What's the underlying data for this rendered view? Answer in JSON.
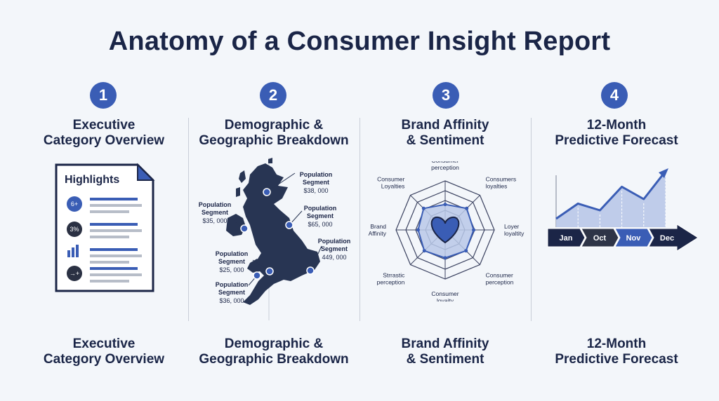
{
  "title": "Anatomy of a Consumer Insight Report",
  "colors": {
    "accent": "#3a5db5",
    "navy": "#1b2547",
    "map": "#283553",
    "light_blue": "#b9c8e8",
    "gray": "#5b6272"
  },
  "columns": [
    {
      "number": "1",
      "heading_line1": "Executive",
      "heading_line2": "Category Overview",
      "footer_line1": "Executive",
      "footer_line2": "Category Overview",
      "card": {
        "title": "Highlights",
        "badges": [
          "6+",
          "3%",
          "",
          "→+"
        ]
      }
    },
    {
      "number": "2",
      "heading_line1": "Demographic &",
      "heading_line2": "Geographic Breakdown",
      "footer_line1": "Demographic &",
      "footer_line2": "Geographic Breakdown",
      "segments": [
        {
          "label1": "Population",
          "label2": "Segment",
          "value": "$38, 000"
        },
        {
          "label1": "Population",
          "label2": "Segment",
          "value": "$35, 000"
        },
        {
          "label1": "Population",
          "label2": "Segment",
          "value": "$65, 000"
        },
        {
          "label1": "Population",
          "label2": "Segment",
          "value": "$25, 000"
        },
        {
          "label1": "Population",
          "label2": "Segment",
          "value": "449, 000"
        },
        {
          "label1": "Population",
          "label2": "Segment",
          "value": "$36, 000"
        }
      ]
    },
    {
      "number": "3",
      "heading_line1": "Brand Affinity",
      "heading_line2": "& Sentiment",
      "footer_line1": "Brand Affinity",
      "footer_line2": "& Sentiment",
      "radar_axes": [
        {
          "line1": "Consumer",
          "line2": "perception"
        },
        {
          "line1": "Consumers",
          "line2": "loyalties"
        },
        {
          "line1": "Loyer",
          "line2": "loyaltity"
        },
        {
          "line1": "Consumer",
          "line2": "perception"
        },
        {
          "line1": "Consumer",
          "line2": "loyaity"
        },
        {
          "line1": "Strrastic",
          "line2": "perception"
        },
        {
          "line1": "Brand",
          "line2": "Affinity"
        },
        {
          "line1": "Consumer",
          "line2": "Loyalties"
        }
      ],
      "radar_values": [
        0.52,
        0.62,
        0.58,
        0.6,
        0.57,
        0.6,
        0.55,
        0.62
      ]
    },
    {
      "number": "4",
      "heading_line1": "12-Month",
      "heading_line2": "Predictive Forecast",
      "footer_line1": "12-Month",
      "footer_line2": "Predictive Forecast",
      "timeline": [
        "Jan",
        "Oct",
        "Nov",
        "Dec"
      ],
      "trend": [
        0.15,
        0.42,
        0.3,
        0.72,
        0.5,
        1.0
      ]
    }
  ]
}
